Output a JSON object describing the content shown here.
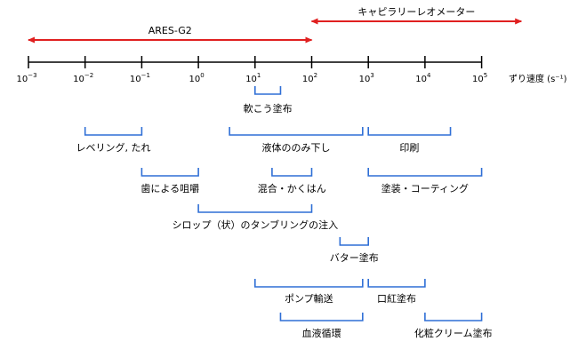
{
  "instruments": [
    {
      "label": "ARES-G2",
      "from_exp": -3,
      "to_exp": 2
    },
    {
      "label": "キャピラリーレオメーター",
      "from_exp": 2,
      "to_exp": 5.7
    }
  ],
  "axis": {
    "unit_label": "ずり速度 (s⁻¹)",
    "ticks": [
      {
        "exp": -3,
        "base": "10",
        "sup": "−3"
      },
      {
        "exp": -2,
        "base": "10",
        "sup": "−2"
      },
      {
        "exp": -1,
        "base": "10",
        "sup": "−1"
      },
      {
        "exp": 0,
        "base": "10",
        "sup": "0"
      },
      {
        "exp": 1,
        "base": "10",
        "sup": "1"
      },
      {
        "exp": 2,
        "base": "10",
        "sup": "2"
      },
      {
        "exp": 3,
        "base": "10",
        "sup": "3"
      },
      {
        "exp": 4,
        "base": "10",
        "sup": "4"
      },
      {
        "exp": 5,
        "base": "10",
        "sup": "5"
      }
    ]
  },
  "processes": [
    {
      "label": "軟こう塗布",
      "from_exp": 1,
      "to_exp": 1.45
    },
    {
      "label": "レベリング, たれ",
      "from_exp": -2,
      "to_exp": -1
    },
    {
      "label": "液体ののみ下し",
      "from_exp": 0.55,
      "to_exp": 2.9
    },
    {
      "label": "印刷",
      "from_exp": 3,
      "to_exp": 4.45
    },
    {
      "label": "歯による咀嚼",
      "from_exp": -1,
      "to_exp": 0
    },
    {
      "label": "混合・かくはん",
      "from_exp": 1.3,
      "to_exp": 2
    },
    {
      "label": "塗装・コーティング",
      "from_exp": 3,
      "to_exp": 5
    },
    {
      "label": "シロップ（状）のタンブリングの注入",
      "from_exp": 0,
      "to_exp": 2
    },
    {
      "label": "バター塗布",
      "from_exp": 2.5,
      "to_exp": 3
    },
    {
      "label": "ポンプ輸送",
      "from_exp": 1,
      "to_exp": 2.9
    },
    {
      "label": "口紅塗布",
      "from_exp": 3,
      "to_exp": 4
    },
    {
      "label": "血液循環",
      "from_exp": 1.45,
      "to_exp": 2.9
    },
    {
      "label": "化粧クリーム塗布",
      "from_exp": 4,
      "to_exp": 5
    }
  ],
  "colors": {
    "instrument_arrow": "#e02020",
    "process_bracket": "#2f6fd6",
    "axis": "#000000",
    "text": "#000000"
  }
}
